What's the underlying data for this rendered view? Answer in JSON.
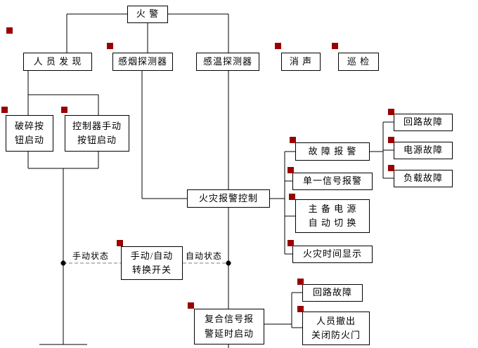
{
  "diagram_type": "flowchart",
  "nodes": {
    "fire_alarm": {
      "label": "火 警"
    },
    "personnel_discovery": {
      "label": "人 员 发 现"
    },
    "smoke_detector": {
      "label": "感烟探测器"
    },
    "heat_detector": {
      "label": "感温探测器"
    },
    "mute": {
      "label": "消 声"
    },
    "patrol_check": {
      "label": "巡 检"
    },
    "break_button_start": {
      "line1": "破碎按",
      "line2": "钮启动"
    },
    "controller_manual_start": {
      "line1": "控制器手动",
      "line2": "按钮启动"
    },
    "fire_alarm_control": {
      "label": "火灾报警控制"
    },
    "fault_alarm": {
      "label": "故 障 报 警"
    },
    "loop_fault_upper": {
      "label": "回路故障"
    },
    "power_fault": {
      "label": "电源故障"
    },
    "load_fault": {
      "label": "负载故障"
    },
    "single_signal_alarm": {
      "label": "单一信号报警"
    },
    "main_backup_power_switch": {
      "line1": "主 备 电 源",
      "line2": "自 动 切 换"
    },
    "fire_time_display": {
      "label": "火灾时间显示"
    },
    "manual_auto_switch": {
      "line1": "手动/自动",
      "line2": "转换开关"
    },
    "composite_signal_delay": {
      "line1": "复合信号报",
      "line2": "警延时启动"
    },
    "loop_fault_lower": {
      "label": "回路故障"
    },
    "evacuate_close_door": {
      "line1": "人员撤出",
      "line2": "关闭防火门"
    }
  },
  "edge_labels": {
    "manual_state": "手动状态",
    "auto_state": "自动状态"
  },
  "colors": {
    "line": "#000000",
    "border": "#000000",
    "marker": "#990000",
    "dashed": "#7f7f7f",
    "background": "#ffffff"
  }
}
